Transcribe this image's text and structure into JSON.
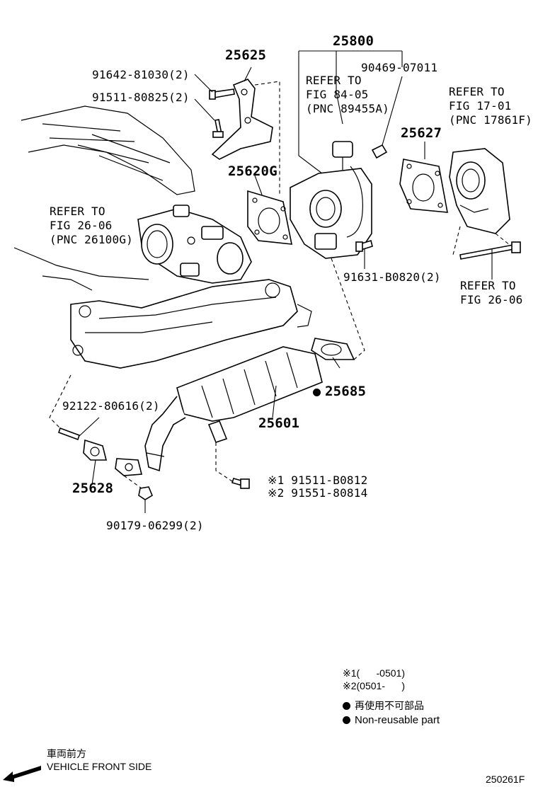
{
  "labels": {
    "p25800": "25800",
    "p90469": "90469-07011",
    "refer_84_05_l1": "REFER TO",
    "refer_84_05_l2": "FIG 84-05",
    "refer_84_05_l3": "(PNC 89455A)",
    "p25625": "25625",
    "p91642": "91642-81030(2)",
    "p91511_80825": "91511-80825(2)",
    "refer_17_01_l1": "REFER TO",
    "refer_17_01_l2": "FIG 17-01",
    "refer_17_01_l3": "(PNC 17861F)",
    "p25627": "25627",
    "p25620G": "25620G",
    "refer_26_06a_l1": "REFER TO",
    "refer_26_06a_l2": "FIG 26-06",
    "refer_26_06a_l3": "(PNC 26100G)",
    "p91631": "91631-B0820(2)",
    "refer_26_06b_l1": "REFER TO",
    "refer_26_06b_l2": "FIG 26-06",
    "p25685": "25685",
    "p25601": "25601",
    "p92122": "92122-80616(2)",
    "p25628": "25628",
    "p91511_B0812": "※1 91511-B0812",
    "p91551": "※2 91551-80814",
    "p90179": "90179-06299(2)"
  },
  "notes": {
    "applicability_1": "※1(      -0501)",
    "applicability_2": "※2(0501-      )",
    "nonreusable_jp": "再使用不可部品",
    "nonreusable_en": "Non-reusable part",
    "front_jp": "車両前方",
    "front_en": "VEHICLE FRONT SIDE",
    "figure_id": "250261F"
  }
}
